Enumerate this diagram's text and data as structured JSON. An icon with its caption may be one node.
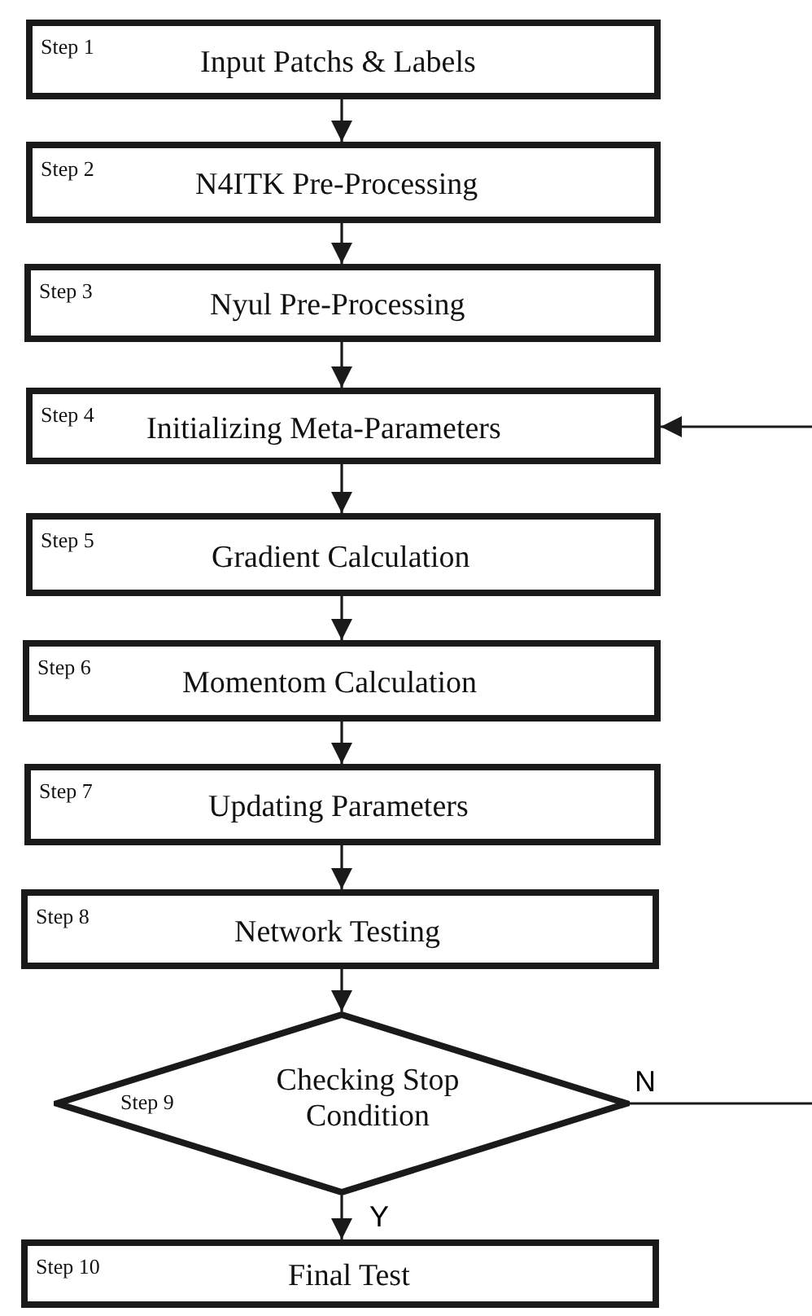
{
  "diagram": {
    "nodes": [
      {
        "text": [
          "Step 1",
          "Input Patchs & Labels"
        ]
      },
      {
        "text": [
          "Step 2",
          "N4ITK Pre-Processing"
        ]
      },
      {
        "text": [
          "Step 3",
          "Nyul Pre-Processing"
        ]
      },
      {
        "text": [
          "Step 4",
          "Initializing Meta-Parameters"
        ]
      },
      {
        "text": [
          "Step 5",
          "Gradient Calculation"
        ]
      },
      {
        "text": [
          "Step 6",
          "Momentom Calculation"
        ]
      },
      {
        "text": [
          "Step 7",
          "Updating Parameters"
        ]
      },
      {
        "text": [
          "Step 8",
          "Network Testing"
        ]
      },
      {
        "text": [
          "Step 9",
          "Checking Stop Condition"
        ]
      },
      {
        "text": [
          "Step 10",
          "Final Test"
        ]
      }
    ],
    "edges": [
      {
        "from": 0,
        "to": 1,
        "arrow": "to"
      },
      {
        "from": 1,
        "to": 2,
        "arrow": "to"
      },
      {
        "from": 2,
        "to": 3,
        "arrow": "to"
      },
      {
        "from": 3,
        "to": 4,
        "arrow": "to"
      },
      {
        "from": 4,
        "to": 5,
        "arrow": "to"
      },
      {
        "from": 5,
        "to": 6,
        "arrow": "to"
      },
      {
        "from": 6,
        "to": 7,
        "arrow": "to"
      },
      {
        "from": 7,
        "to": 8,
        "arrow": "to"
      },
      {
        "from": 8,
        "to": 9,
        "arrow": "to",
        "label": "Y"
      },
      {
        "from": 8,
        "to": null,
        "arrow": "none",
        "label": "N"
      },
      {
        "from": null,
        "to": 3,
        "arrow": "to"
      }
    ]
  }
}
